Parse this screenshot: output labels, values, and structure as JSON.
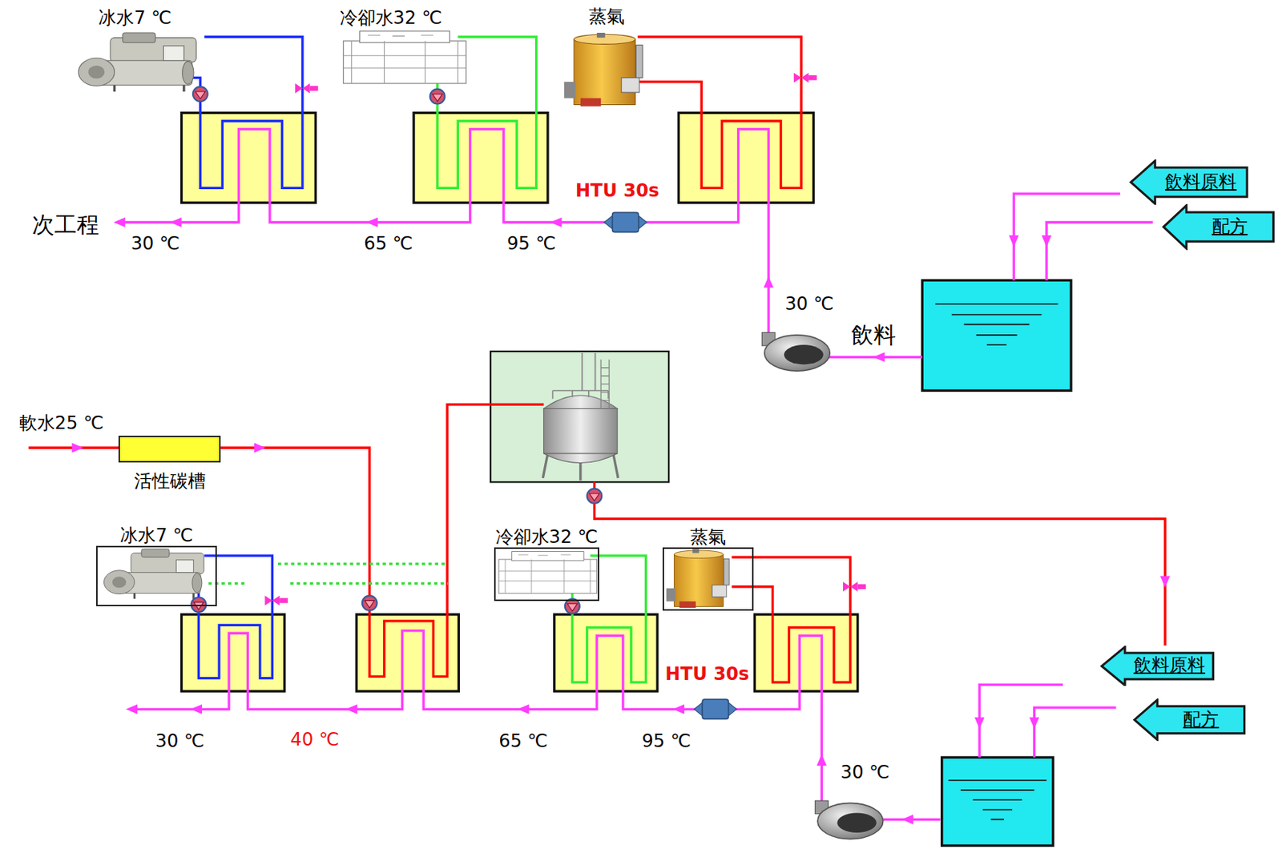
{
  "diagram": {
    "nodes": [
      {
        "text": [
          "飲料原料"
        ]
      },
      {
        "text": [
          "配方"
        ]
      },
      {
        "text": [
          "活性碳槽"
        ]
      },
      {
        "text": [
          "冰水7 ℃"
        ]
      },
      {
        "text": [
          "冷卻水32 ℃"
        ]
      },
      {
        "text": [
          "蒸氣"
        ]
      },
      {
        "text": [
          "飲料原料"
        ]
      },
      {
        "text": [
          "配方"
        ]
      }
    ],
    "labels": [
      "冰水7 ℃",
      "冷卻水32 ℃",
      "蒸氣",
      "HTU 30s",
      "次工程",
      "30 ℃",
      "65 ℃",
      "95 ℃",
      "30 ℃",
      "飲料",
      "軟水25 ℃",
      "HTU 30s",
      "30 ℃",
      "40 ℃",
      "65 ℃",
      "95 ℃",
      "30 ℃"
    ]
  }
}
